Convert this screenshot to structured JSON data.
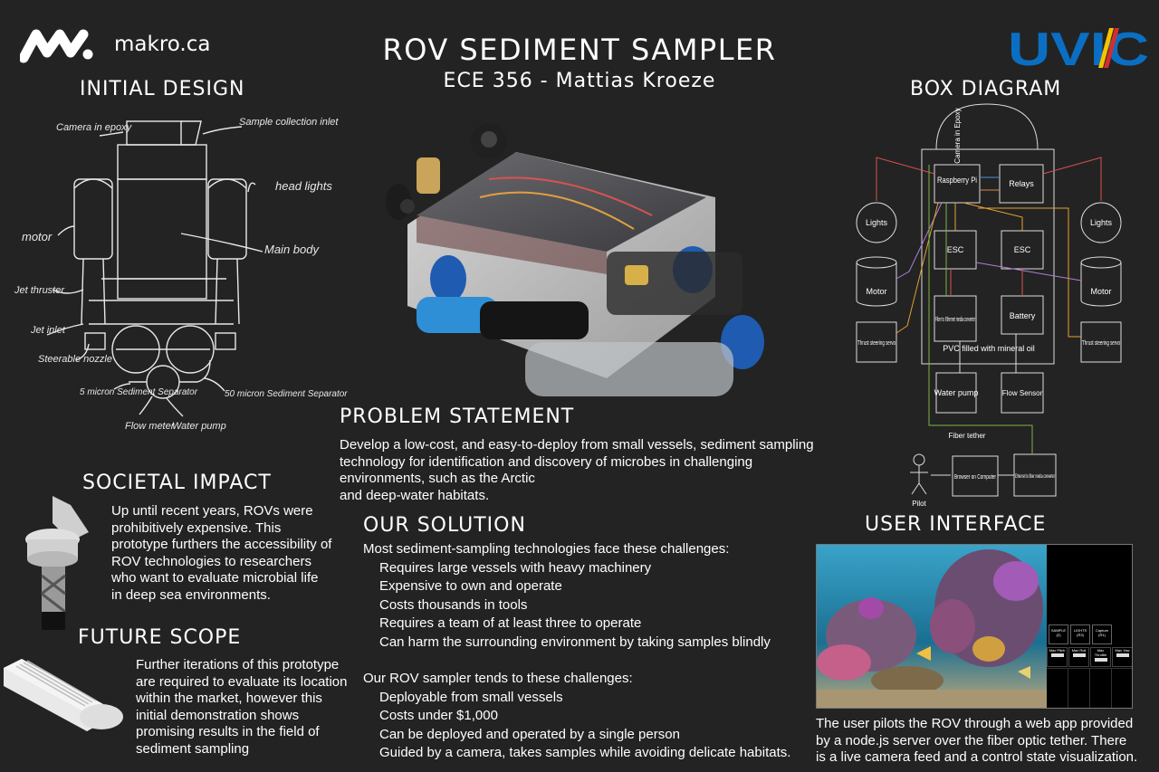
{
  "logo": {
    "site": "makro.ca",
    "university": "UVIC"
  },
  "title": {
    "main": "ROV SEDIMENT SAMPLER",
    "subtitle": "ECE 356 - Mattias Kroeze"
  },
  "initial_design": {
    "heading": "INITIAL DESIGN",
    "annotations": [
      "Camera in epoxy",
      "Sample collection inlet",
      "head lights",
      "motor",
      "Main body",
      "Jet thruster",
      "Jet inlet",
      "Steerable nozzle",
      "5 micron Sediment Separator",
      "50 micron Sediment Separator",
      "Flow meter",
      "Water pump"
    ]
  },
  "box_diagram": {
    "heading": "BOX DIAGRAM",
    "blocks": {
      "camera": "Camera in Epoxy",
      "pi": "Raspberry Pi",
      "relays": "Relays",
      "lights_left": "Lights",
      "lights_right": "Lights",
      "esc_left": "ESC",
      "esc_right": "ESC",
      "motor_left": "Motor",
      "motor_right": "Motor",
      "fiber": "Fiber to Ethernet media converter",
      "battery": "Battery",
      "servo_left": "Thrust steering servo",
      "servo_right": "Thrust steering servo",
      "pvc": "PVC filled with mineral oil",
      "pump": "Water pump",
      "flow": "Flow Sensor",
      "tether": "Fiber tether",
      "browser": "Browser on Computer",
      "ethernet": "Ethernet to fiber media converter",
      "pilot": "Pilot"
    }
  },
  "problem": {
    "heading": "PROBLEM STATEMENT",
    "lines": [
      "Develop a low-cost, and easy-to-deploy from small vessels, sediment sampling",
      "technology for identification and discovery of microbes in challenging",
      "environments, such as the Arctic",
      "and deep-water habitats."
    ]
  },
  "societal": {
    "heading": "SOCIETAL IMPACT",
    "lines": [
      "Up until recent years, ROVs were",
      "prohibitively expensive. This",
      "prototype furthers the accessibility of",
      "ROV technologies to researchers",
      "who want to evaluate microbial life",
      "in deep sea environments."
    ]
  },
  "future": {
    "heading": "FUTURE SCOPE",
    "lines": [
      "Further iterations of this prototype",
      "are required to evaluate its location",
      "within the market, however this",
      "initial demonstration shows",
      "promising results in the field of",
      "sediment sampling"
    ]
  },
  "solution": {
    "heading": "OUR SOLUTION",
    "intro": "Most sediment-sampling technologies face these challenges:",
    "challenges": [
      "Requires large vessels with heavy machinery",
      "Expensive to own and operate",
      "Costs thousands in tools",
      "Requires a team of at least three to operate",
      "Can harm the surrounding environment by taking samples blindly"
    ],
    "intro2": "Our ROV sampler tends to these challenges:",
    "answers": [
      "Deployable from small vessels",
      "Costs under $1,000",
      "Can be deployed and operated by a single person",
      "Guided by a camera, takes samples while avoiding delicate habitats."
    ]
  },
  "ui": {
    "heading": "USER INTERFACE",
    "buttons": [
      "SAMPLE (Z)",
      "LIGHTS (R3)",
      "Capture (R1)"
    ],
    "fields": [
      "Max Pitch",
      "Max Roll",
      "Max Throttle",
      "Max Yaw"
    ],
    "lines": [
      "The user pilots the ROV through a web app provided",
      "by a node.js server over the fiber optic tether. There",
      "is a live camera feed and a control state visualization."
    ]
  },
  "colors": {
    "background": "#232323",
    "uvic_blue": "#0a6fc2",
    "uvic_yellow": "#f5c400",
    "uvic_red": "#d62d2d"
  }
}
